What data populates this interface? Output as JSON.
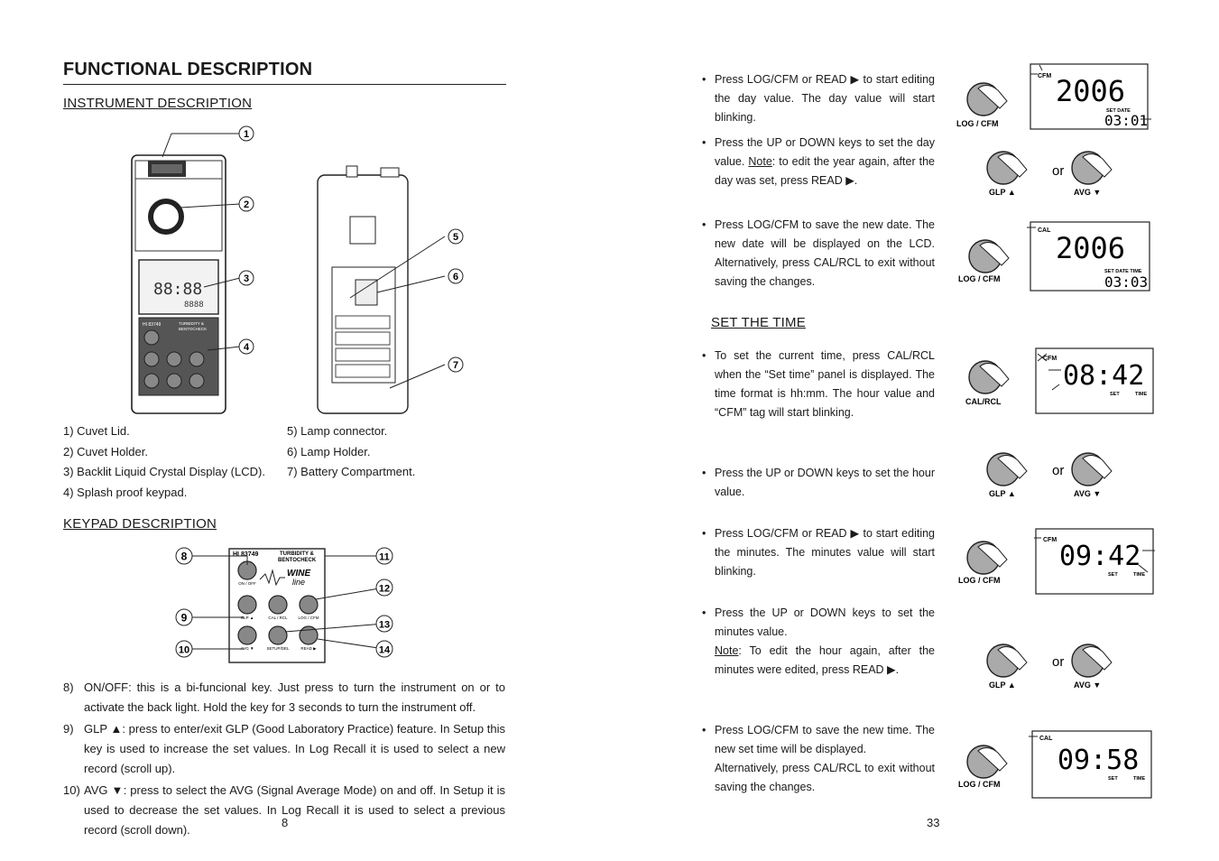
{
  "left_page": {
    "title": "FUNCTIONAL DESCRIPTION",
    "instrument_heading": "INSTRUMENT DESCRIPTION",
    "instrument_items_a": [
      "1)   Cuvet Lid.",
      "2)   Cuvet Holder.",
      "3)   Backlit Liquid Crystal Display (LCD).",
      "4)   Splash proof keypad."
    ],
    "instrument_items_b": [
      "5)   Lamp connector.",
      "6)   Lamp Holder.",
      "7)   Battery Compartment."
    ],
    "keypad_heading": "KEYPAD DESCRIPTION",
    "keypad_descriptions": [
      {
        "num": "8)",
        "text": "ON/OFF: this is a bi-funcional key. Just press to turn the instrument on or to activate the back light. Hold the key for 3 seconds to turn the instrument off."
      },
      {
        "num": "9)",
        "text": "GLP ▲: press to enter/exit GLP (Good Laboratory Practice) feature. In Setup this key is used to increase the set values. In Log Recall it is used to select a new record (scroll up)."
      },
      {
        "num": "10)",
        "text": "AVG ▼: press to select the AVG (Signal Average Mode) on and off. In Setup it is used to decrease the set values. In Log Recall it is used to select a previous record (scroll down)."
      }
    ],
    "callouts": [
      "1",
      "2",
      "3",
      "4",
      "5",
      "6",
      "7"
    ],
    "keypad_callouts": [
      "8",
      "9",
      "10",
      "11",
      "12",
      "13",
      "14"
    ],
    "instrument_model": "HI 83749",
    "instrument_brand_1": "TURBIDITY &",
    "instrument_brand_2": "BENTOCHECK",
    "instrument_logo_1": "WINE",
    "instrument_logo_2": "line",
    "key_labels": [
      "ON / OFF",
      "GLP ▲",
      "CAL / RCL",
      "LOG / CFM",
      "AVG ▼",
      "SETUP/DEL",
      "READ ▶"
    ],
    "page_number": "8"
  },
  "right_page": {
    "date_steps": [
      "Press LOG/CFM or READ ▶ to start editing the day value. The day value will start blinking.",
      "Press LOG/CFM to save the new date. The new date will be displayed on the LCD. Alternatively, press CAL/RCL to exit without saving the changes."
    ],
    "updown_day": "Press the UP or DOWN keys to set the day value.",
    "note_label": "Note",
    "note_day": ": to edit the year again, after the day was set, press READ ▶.",
    "time_heading": "SET THE TIME",
    "time_steps": [
      "To set the current time, press CAL/RCL when the “Set time” panel is displayed. The time format is hh:mm. The hour value and “CFM” tag will start blinking.",
      "Press the UP or DOWN keys to set the hour value.",
      "Press LOG/CFM or READ ▶ to start editing the minutes. The minutes value will start blinking."
    ],
    "minutes_step": "Press the UP or DOWN keys to set the minutes value.",
    "note_minutes": ": To edit the hour again, after the minutes were edited, press READ ▶.",
    "final_step_1": "Press LOG/CFM to save the new time. The new set time will be displayed.",
    "final_step_2": "Alternatively, press CAL/RCL to exit without saving the changes.",
    "or_label": "or",
    "key_log_cfm": "LOG / CFM",
    "key_glp": "GLP ▲",
    "key_avg": "AVG ▼",
    "key_cal_rcl": "CAL/RCL",
    "lcd": {
      "year": "2006",
      "date_1": "03:01",
      "date_2": "03:03",
      "time_1": "08:42",
      "time_2": "09:42",
      "time_3": "09:58",
      "tag_cfm": "CFM",
      "tag_cal": "CAL",
      "label_set_date": "SET DATE",
      "label_set_date_time": "SET DATE TIME",
      "label_set": "SET",
      "label_time": "TIME"
    },
    "page_number": "33"
  }
}
